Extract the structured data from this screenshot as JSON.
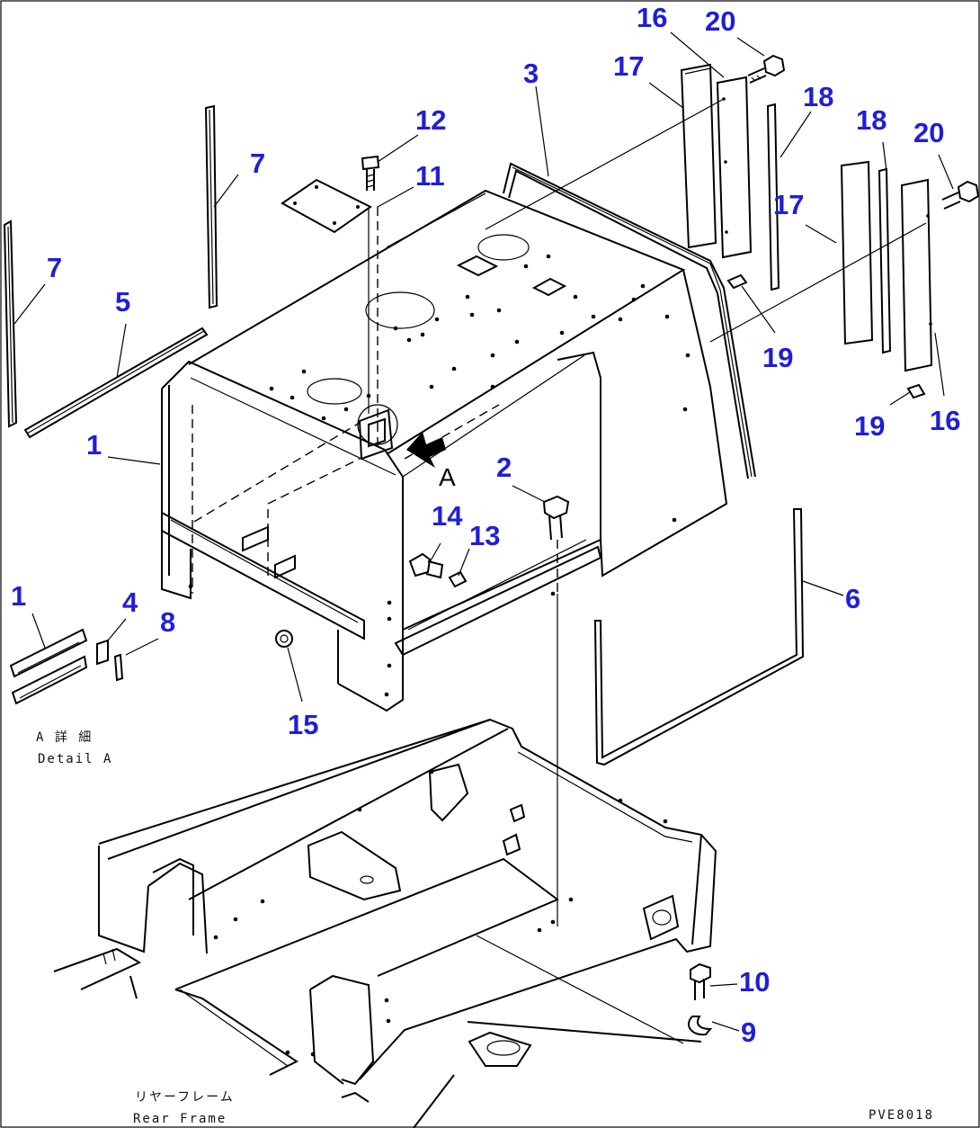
{
  "callouts": [
    {
      "id": "c1a",
      "label": "1"
    },
    {
      "id": "c1b",
      "label": "1"
    },
    {
      "id": "c2",
      "label": "2"
    },
    {
      "id": "c3",
      "label": "3"
    },
    {
      "id": "c4",
      "label": "4"
    },
    {
      "id": "c5",
      "label": "5"
    },
    {
      "id": "c6",
      "label": "6"
    },
    {
      "id": "c7a",
      "label": "7"
    },
    {
      "id": "c7b",
      "label": "7"
    },
    {
      "id": "c8",
      "label": "8"
    },
    {
      "id": "c9",
      "label": "9"
    },
    {
      "id": "c10",
      "label": "10"
    },
    {
      "id": "c11",
      "label": "11"
    },
    {
      "id": "c12",
      "label": "12"
    },
    {
      "id": "c13",
      "label": "13"
    },
    {
      "id": "c14",
      "label": "14"
    },
    {
      "id": "c15",
      "label": "15"
    },
    {
      "id": "c16a",
      "label": "16"
    },
    {
      "id": "c16b",
      "label": "16"
    },
    {
      "id": "c17a",
      "label": "17"
    },
    {
      "id": "c17b",
      "label": "17"
    },
    {
      "id": "c18a",
      "label": "18"
    },
    {
      "id": "c18b",
      "label": "18"
    },
    {
      "id": "c19a",
      "label": "19"
    },
    {
      "id": "c19b",
      "label": "19"
    },
    {
      "id": "c20a",
      "label": "20"
    },
    {
      "id": "c20b",
      "label": "20"
    }
  ],
  "view_marker": "A",
  "detail": {
    "jp": "A 詳 細",
    "en": "Detail A"
  },
  "rear_frame": {
    "jp": "リヤーフレーム",
    "en": "Rear Frame"
  },
  "drawing_code": "PVE8018"
}
